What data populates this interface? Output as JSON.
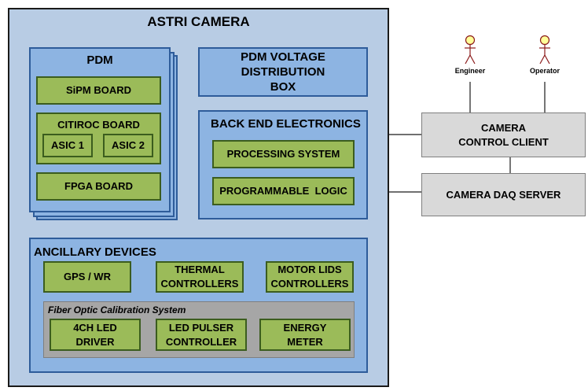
{
  "camera_title": "ASTRI CAMERA",
  "pdm": {
    "title": "PDM",
    "sipm": "SiPM BOARD",
    "citiroc": "CITIROC BOARD",
    "asic1": "ASIC 1",
    "asic2": "ASIC 2",
    "fpga": "FPGA BOARD"
  },
  "vdb": {
    "line1": "PDM VOLTAGE",
    "line2": "DISTRIBUTION",
    "line3": "BOX"
  },
  "bee": {
    "title": "BACK END ELECTRONICS",
    "ps": "PROCESSING SYSTEM",
    "pl": "PROGRAMMABLE  LOGIC"
  },
  "ancillary": {
    "title": "ANCILLARY DEVICES",
    "gps": "GPS / WR",
    "thermal_l1": "THERMAL",
    "thermal_l2": "CONTROLLERS",
    "motor_l1": "MOTOR LIDS",
    "motor_l2": "CONTROLLERS",
    "focs_title": "Fiber Optic Calibration System",
    "led4_l1": "4CH LED",
    "led4_l2": "DRIVER",
    "pulser_l1": "LED PULSER",
    "pulser_l2": "CONTROLLER",
    "energy_l1": "ENERGY",
    "energy_l2": "METER"
  },
  "ccc": {
    "line1": "CAMERA",
    "line2": "CONTROL CLIENT"
  },
  "daq": "CAMERA DAQ SERVER",
  "actors": {
    "engineer": "Engineer",
    "operator": "Operator"
  },
  "colors": {
    "camera_bg": "#b8cce4",
    "module_blue": "#8db4e2",
    "board_green": "#9bbb59",
    "client_gray": "#d9d9d9",
    "actor_yellow": "#ffff99"
  }
}
